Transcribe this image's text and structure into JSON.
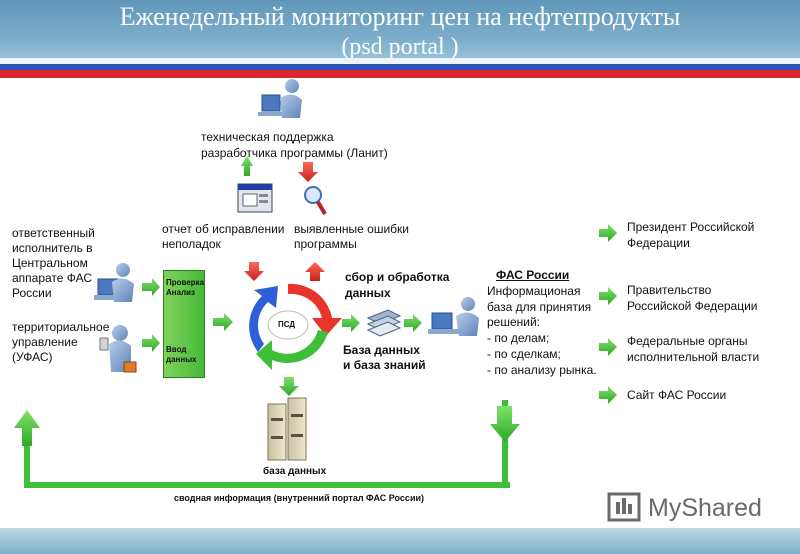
{
  "header": {
    "title": "Еженедельный мониторинг цен на нефтепродукты",
    "subtitle": "(psd portal )"
  },
  "top": {
    "support_line1": "техническая поддержка",
    "support_line2": "разработчика программы (Ланит)",
    "report_line1": "отчет об исправлении",
    "report_line2": "неполадок",
    "errors_line1": "выявленные ошибки",
    "errors_line2": "программы"
  },
  "left": {
    "central_lines": [
      "ответственный",
      "исполнитель в",
      "Центральном",
      "аппарате ФАС",
      "России"
    ],
    "ufas_lines": [
      "территориальное",
      "управление",
      "(УФАС)"
    ]
  },
  "box": {
    "check_line1": "Проверка",
    "check_line2": "Анализ",
    "input_line1": "Ввод",
    "input_line2": "данных"
  },
  "center": {
    "cycle_label": "ПСД",
    "collect_line1": "сбор и обработка",
    "collect_line2": "данных",
    "kb_line1": "База данных",
    "kb_line2": "и база знаний",
    "db_label": "база данных"
  },
  "fas": {
    "title": "ФАС России",
    "lines": [
      "Информационая",
      "база для принятия",
      "решений:",
      "- по делам;",
      "- по сделкам;",
      "- по анализу рынка."
    ]
  },
  "recipients": {
    "president_line1": "Президент Российской",
    "president_line2": "Федерации",
    "government_line1": "Правительство",
    "government_line2": "Российской Федерации",
    "federal_line1": "Федеральные органы",
    "federal_line2": "исполнительной власти",
    "site": "Сайт ФАС России"
  },
  "bottom": {
    "summary": "сводная информация (внутренний портал ФАС России)"
  },
  "watermark": "MyShared",
  "colors": {
    "green_arrow": "#4cc93f",
    "red_arrow": "#e0312a",
    "blue_arrow": "#2b56d8",
    "header": "#6fa3c4"
  }
}
